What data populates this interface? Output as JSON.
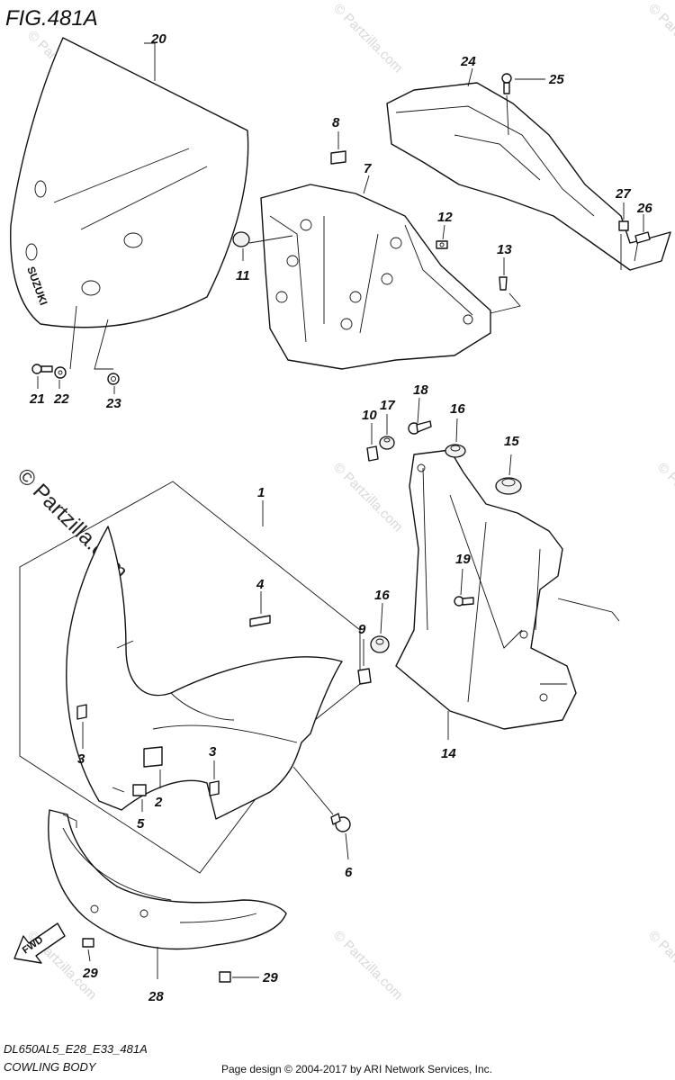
{
  "figure_title": "FIG.481A",
  "footer": {
    "code": "DL650AL5_E28_E33_481A",
    "name": "COWLING BODY",
    "credit": "Page design © 2004-2017 by ARI Network Services, Inc."
  },
  "watermark": "© Partzilla.com",
  "windscreen_brand": "SUZUKI",
  "fwd_label": "FWD",
  "callouts": {
    "c1": "1",
    "c2": "2",
    "c3a": "3",
    "c3b": "3",
    "c4": "4",
    "c5": "5",
    "c6": "6",
    "c7": "7",
    "c8": "8",
    "c9": "9",
    "c10": "10",
    "c11": "11",
    "c12": "12",
    "c13": "13",
    "c14": "14",
    "c15": "15",
    "c16a": "16",
    "c16b": "16",
    "c17": "17",
    "c18": "18",
    "c19": "19",
    "c20": "20",
    "c21": "21",
    "c22": "22",
    "c23": "23",
    "c24": "24",
    "c25": "25",
    "c26": "26",
    "c27": "27",
    "c28": "28",
    "c29a": "29",
    "c29b": "29"
  },
  "colors": {
    "ink": "#111111",
    "watermark": "#d8d8d8",
    "paper": "#ffffff"
  }
}
